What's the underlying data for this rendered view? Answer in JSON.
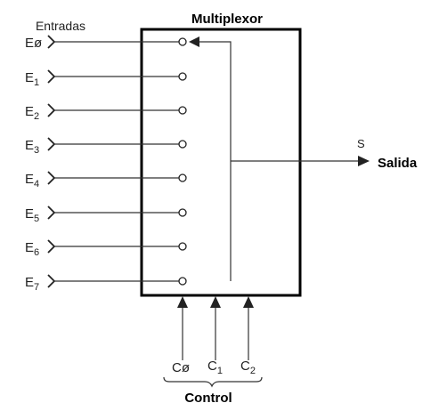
{
  "diagram": {
    "title": "Multiplexor",
    "inputs_heading": "Entradas",
    "inputs": [
      {
        "label": "E",
        "sub": "ø"
      },
      {
        "label": "E",
        "sub": "1"
      },
      {
        "label": "E",
        "sub": "2"
      },
      {
        "label": "E",
        "sub": "3"
      },
      {
        "label": "E",
        "sub": "4"
      },
      {
        "label": "E",
        "sub": "5"
      },
      {
        "label": "E",
        "sub": "6"
      },
      {
        "label": "E",
        "sub": "7"
      }
    ],
    "output_symbol": "S",
    "output_label": "Salida",
    "controls": [
      {
        "label": "C",
        "sub": "ø"
      },
      {
        "label": "C",
        "sub": "1"
      },
      {
        "label": "C",
        "sub": "2"
      }
    ],
    "control_label": "Control",
    "line_color": "#333333",
    "box_color": "#000000"
  }
}
